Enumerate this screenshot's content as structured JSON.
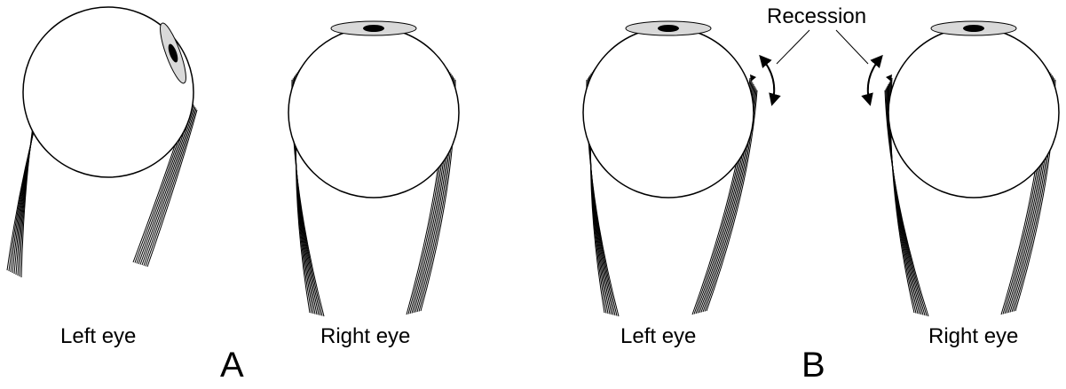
{
  "figure": {
    "panels": [
      {
        "letter": "A",
        "left_label": "Left eye",
        "right_label": "Right eye"
      },
      {
        "letter": "B",
        "left_label": "Left eye",
        "right_label": "Right eye"
      }
    ],
    "annotation": "Recession",
    "colors": {
      "ink": "#000000",
      "background": "#ffffff",
      "iris_fill": "#d9d9d9"
    }
  }
}
